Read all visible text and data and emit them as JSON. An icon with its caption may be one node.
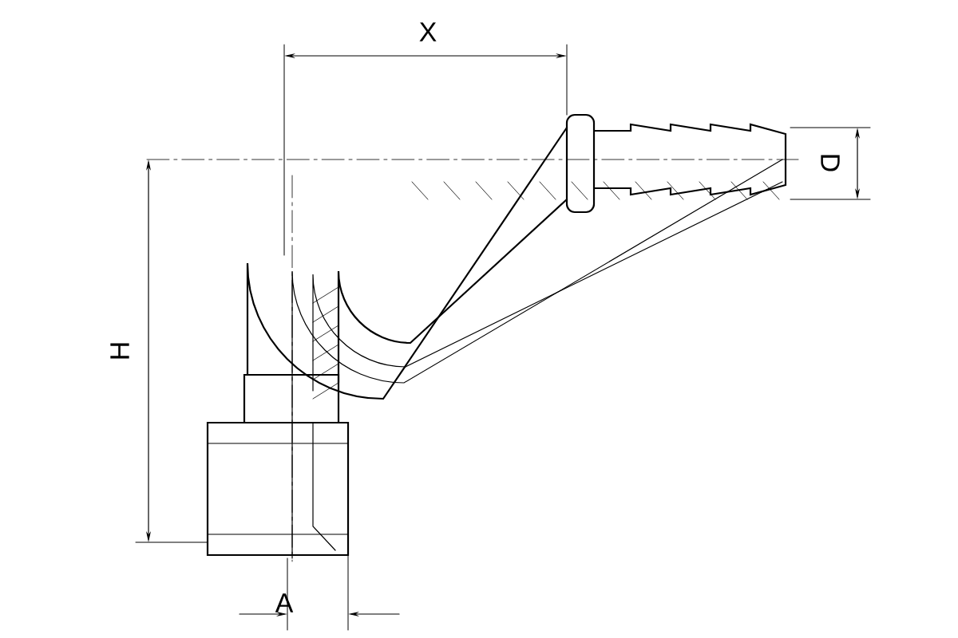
{
  "diagram": {
    "labels": [
      "X",
      "D",
      "H",
      "A"
    ]
  }
}
